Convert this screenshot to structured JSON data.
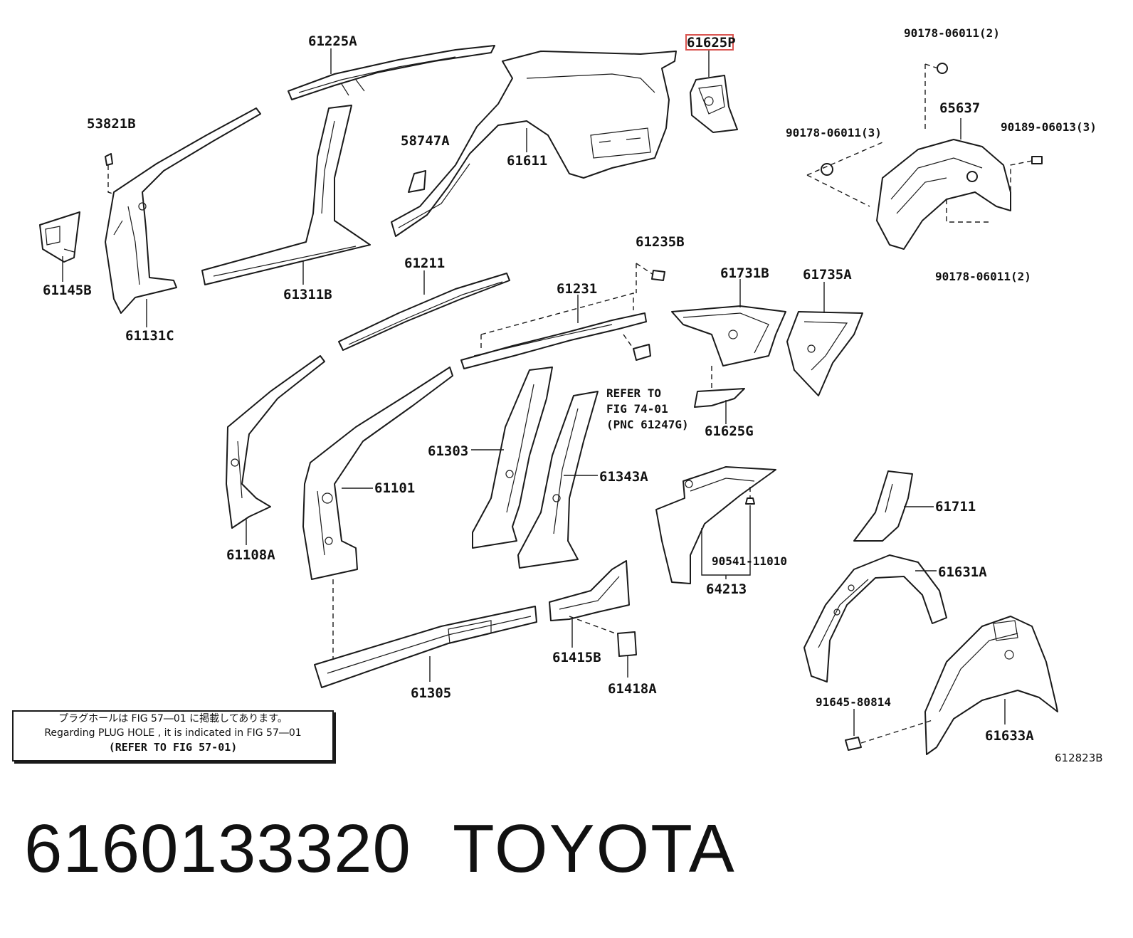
{
  "labels": {
    "p61225A": "61225A",
    "p61625P": "61625P",
    "p90178_a": "90178-06011(2)",
    "p53821B": "53821B",
    "p58747A": "58747A",
    "p61611": "61611",
    "p65637": "65637",
    "p90178_b": "90178-06011(3)",
    "p90189": "90189-06013(3)",
    "p61145B": "61145B",
    "p61311B": "61311B",
    "p61131C": "61131C",
    "p61211": "61211",
    "p61235B": "61235B",
    "p90178_c": "90178-06011(2)",
    "p61231": "61231",
    "p61731B": "61731B",
    "p61735A": "61735A",
    "refer1": "REFER TO",
    "refer2": "FIG 74-01",
    "refer3": "(PNC 61247G)",
    "p61625G": "61625G",
    "p61303": "61303",
    "p61101": "61101",
    "p61343A": "61343A",
    "p61711": "61711",
    "p61108A": "61108A",
    "p90541": "90541-11010",
    "p64213": "64213",
    "p61631A": "61631A",
    "p61415B": "61415B",
    "p61305": "61305",
    "p61418A": "61418A",
    "p91645": "91645-80814",
    "p61633A": "61633A"
  },
  "notice": {
    "line_jp": "プラグホールは FIG 57―01 に掲載してあります。",
    "line_en": "Regarding PLUG HOLE , it is indicated in FIG 57―01",
    "line_ref": "(REFER TO FIG 57-01)"
  },
  "figure_id": "612823B",
  "part_number": "6160133320",
  "brand": "TOYOTA",
  "highlight_color": "#d9534f"
}
